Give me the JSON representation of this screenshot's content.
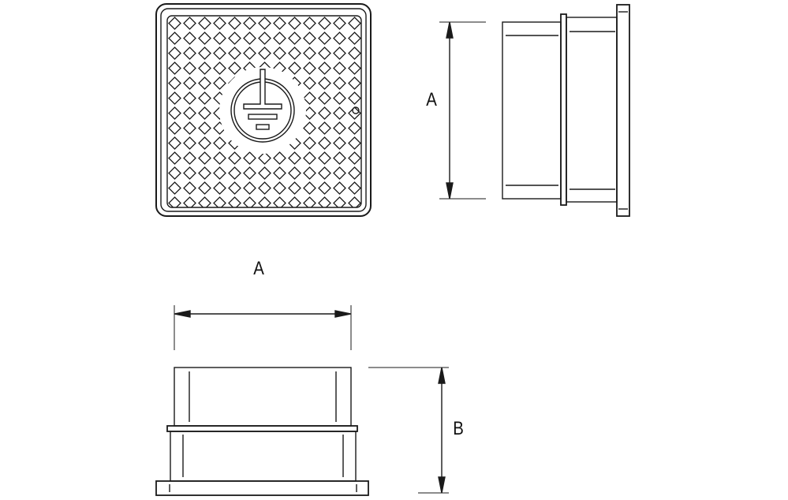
{
  "labels": {
    "dim_a_side": "A",
    "dim_a_front": "A",
    "dim_b": "B"
  },
  "colors": {
    "line": "#1a1a1a",
    "background": "#ffffff"
  },
  "icons": {
    "cover_symbol": "protective-earth-ground-icon"
  }
}
